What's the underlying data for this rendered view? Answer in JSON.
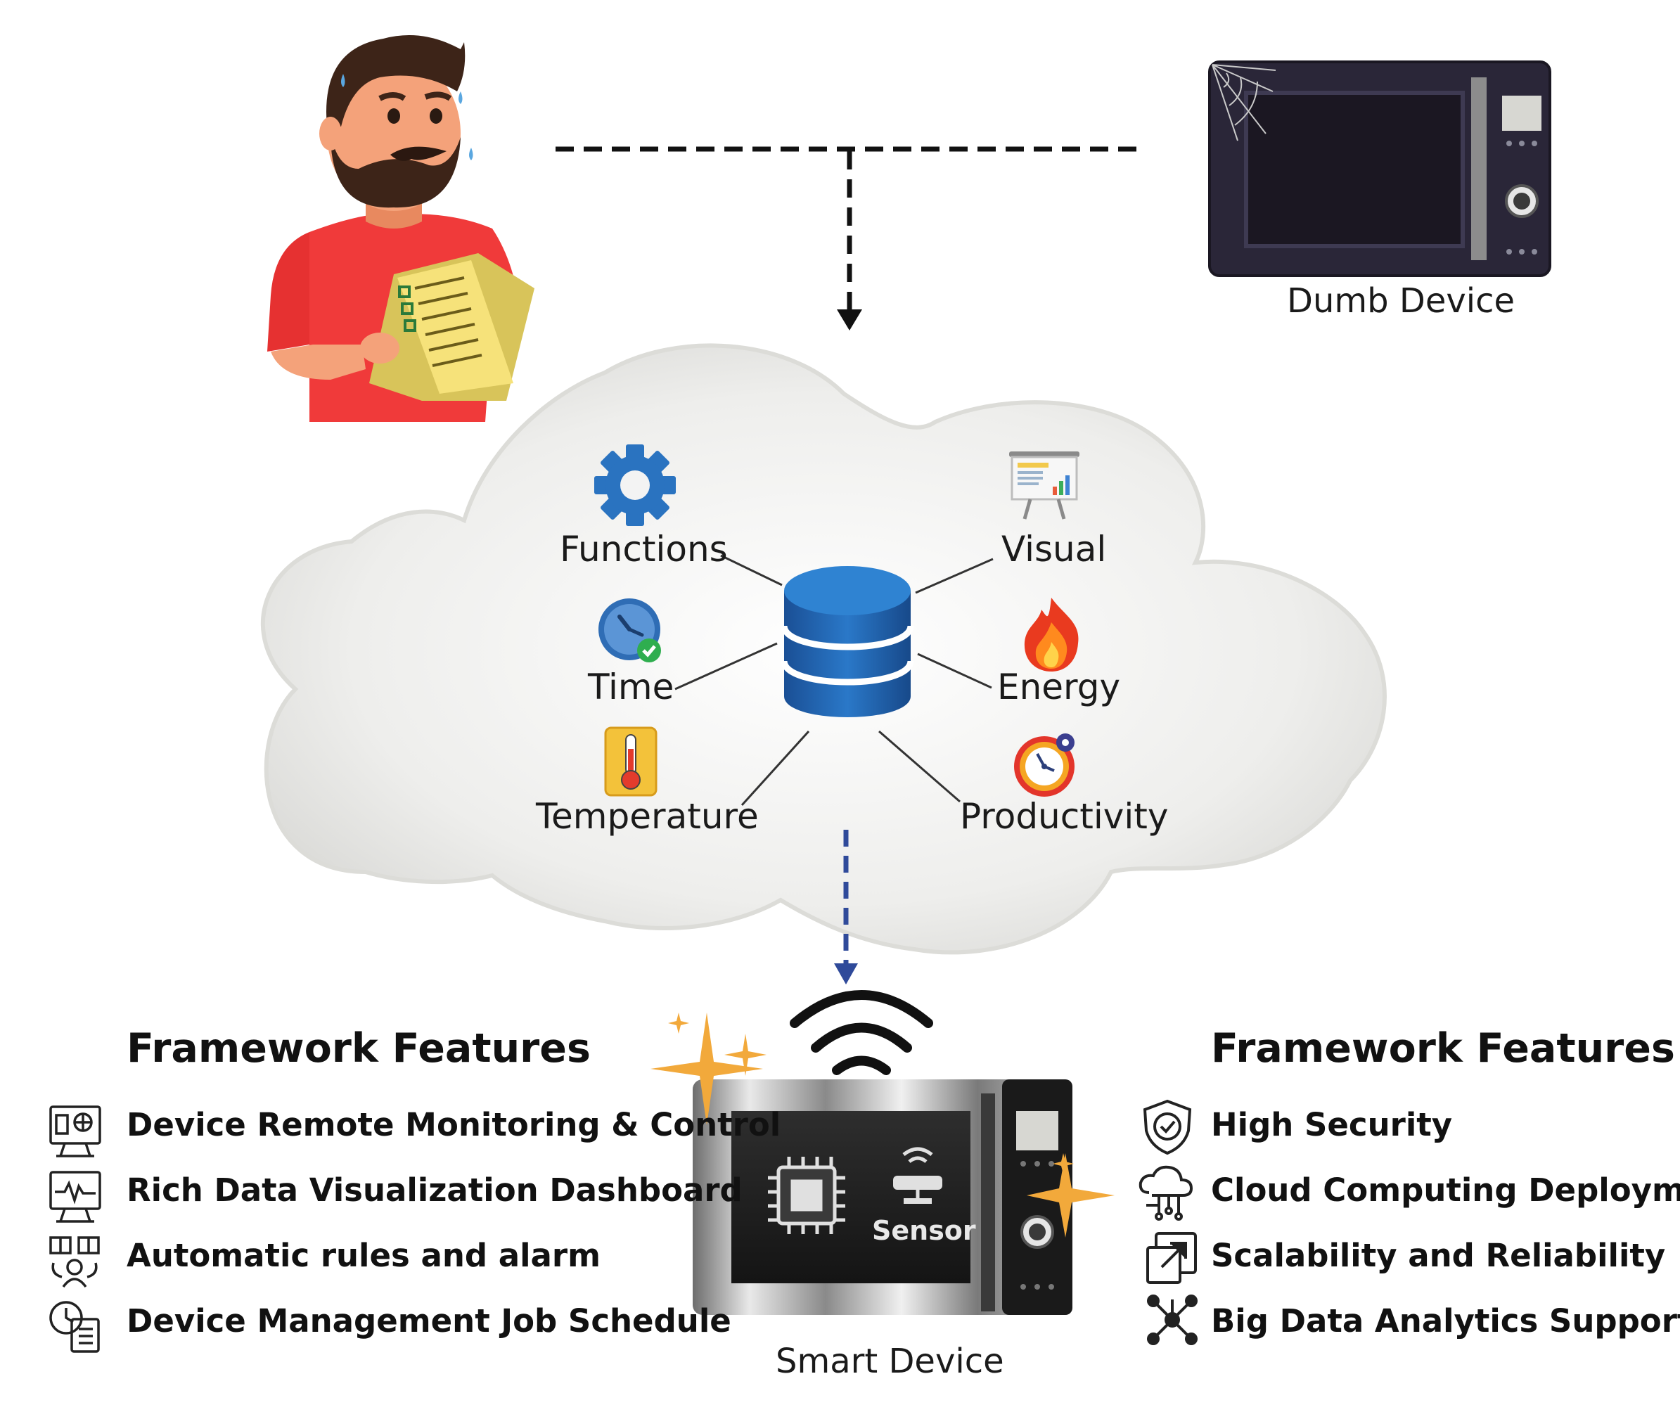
{
  "cloud": {
    "items": [
      {
        "label": "Functions",
        "icon": "gear-icon"
      },
      {
        "label": "Time",
        "icon": "clock-icon"
      },
      {
        "label": "Temperature",
        "icon": "thermometer-icon"
      },
      {
        "label": "Visual",
        "icon": "presentation-board-icon"
      },
      {
        "label": "Energy",
        "icon": "flame-icon"
      },
      {
        "label": "Productivity",
        "icon": "productivity-gauge-icon"
      }
    ],
    "hub_icon": "database-icon"
  },
  "dumb_device": {
    "label": "Dumb Device"
  },
  "smart_device": {
    "label": "Smart Device",
    "sensor_label": "Sensor"
  },
  "left_features": {
    "title": "Framework Features",
    "items": [
      {
        "label": "Device Remote Monitoring & Control",
        "icon": "monitor-dashboard-icon"
      },
      {
        "label": "Rich Data Visualization Dashboard",
        "icon": "monitor-pulse-icon"
      },
      {
        "label": "Automatic rules and alarm",
        "icon": "user-rules-icon"
      },
      {
        "label": "Device Management Job Schedule",
        "icon": "clock-checklist-icon"
      }
    ]
  },
  "right_features": {
    "title": "Framework Features",
    "items": [
      {
        "label": "High Security",
        "icon": "shield-check-icon"
      },
      {
        "label": "Cloud Computing Deployment",
        "icon": "cloud-network-icon"
      },
      {
        "label": "Scalability and Reliability",
        "icon": "scale-arrow-icon"
      },
      {
        "label": "Big Data Analytics Support",
        "icon": "network-nodes-icon"
      }
    ]
  },
  "colors": {
    "db_blue": "#1f5fa8",
    "shirt_red": "#f03a3a",
    "arrow_blue": "#2f4a9a",
    "dumb_body": "#2a2638",
    "spark_gold": "#f2a93b"
  }
}
